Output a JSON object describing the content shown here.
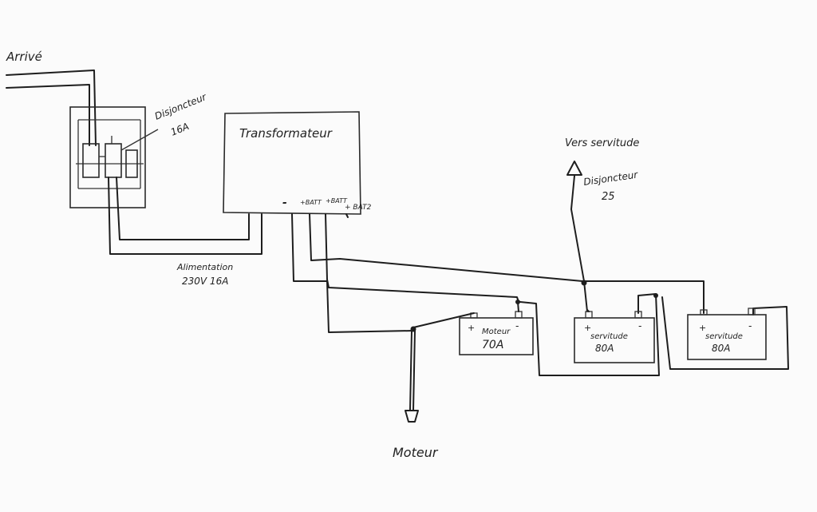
{
  "labels": {
    "arrive": "Arrivé",
    "disjoncteur_16a_line1": "Disjoncteur",
    "disjoncteur_16a_line2": "16A",
    "transformateur": "Transformateur",
    "term_minus": "-",
    "term_batt1": "+BATT",
    "term_batt2": "+BATT",
    "term_bat2": "+ BAT2",
    "alimentation_line1": "Alimentation",
    "alimentation_line2": "230V 16A",
    "vers_servitude": "Vers servitude",
    "disjoncteur_25_line1": "Disjoncteur",
    "disjoncteur_25_line2": "25",
    "moteur": "Moteur"
  },
  "batteries": [
    {
      "plus": "+",
      "minus": "-",
      "name": "Moteur",
      "capacity": "70A"
    },
    {
      "plus": "+",
      "minus": "-",
      "name": "servitude",
      "capacity": "80A"
    },
    {
      "plus": "+",
      "minus": "-",
      "name": "servitude",
      "capacity": "80A"
    }
  ]
}
